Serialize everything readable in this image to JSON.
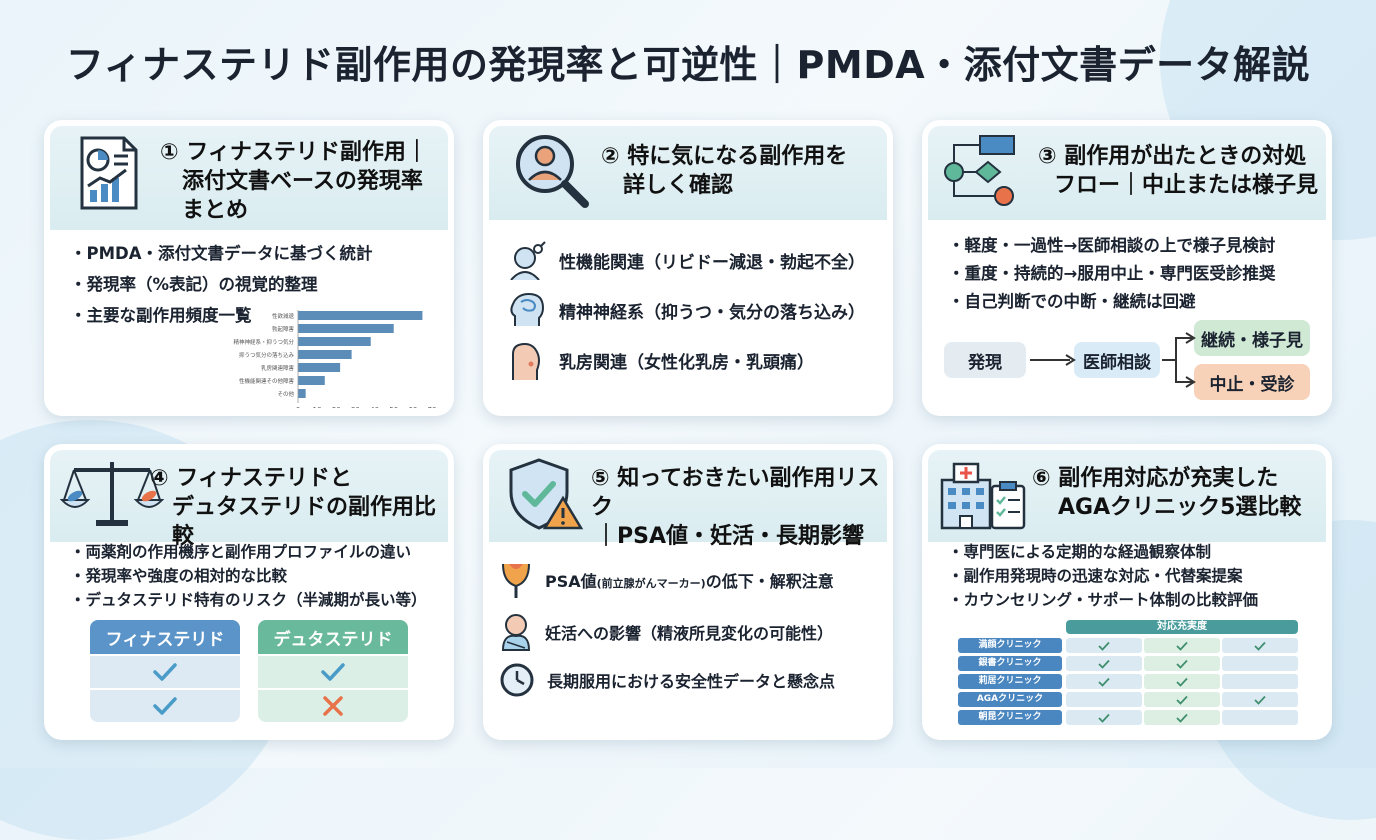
{
  "title": "フィナステリド副作用の発現率と可逆性｜PMDA・添付文書データ解説",
  "card1": {
    "title": [
      "① フィナステリド副作用｜",
      "添付文書ベースの発現率",
      "まとめ"
    ],
    "bullets": [
      "・PMDA・添付文書データに基づく統計",
      "・発現率（%表記）の視覚的整理",
      "・主要な副作用頻度一覧"
    ],
    "chart_data": {
      "type": "bar",
      "orientation": "horizontal",
      "categories": [
        "性欲減退",
        "勃起障害",
        "精神神経系・抑うつ気分",
        "抑うつ気分の落ち込み",
        "乳房関連障害",
        "性機能関連その他障害",
        "その他"
      ],
      "values": [
        65,
        50,
        38,
        28,
        22,
        14,
        4
      ],
      "xlim": [
        0,
        70
      ],
      "xticks": [
        0,
        10,
        20,
        30,
        40,
        50,
        60,
        70
      ],
      "color": "#5b8db8"
    }
  },
  "card2": {
    "title": [
      "② 特に気になる副作用を",
      "詳しく確認"
    ],
    "items": [
      "性機能関連（リビドー減退・勃起不全）",
      "精神神経系（抑うつ・気分の落ち込み）",
      "乳房関連（女性化乳房・乳頭痛）"
    ]
  },
  "card3": {
    "title": [
      "③ 副作用が出たときの対処",
      "フロー｜中止または様子見"
    ],
    "bullets": [
      "・軽度・一過性→医師相談の上で様子見検討",
      "・重度・持続的→服用中止・専門医受診推奨",
      "・自己判断での中断・継続は回避"
    ],
    "flow": {
      "start": "発現",
      "middle": "医師相談",
      "opt1": "継続・様子見",
      "opt2": "中止・受診"
    }
  },
  "card4": {
    "title": [
      "④ フィナステリドと",
      "デュタステリドの副作用比較"
    ],
    "bullets": [
      "・両薬剤の作用機序と副作用プロファイルの違い",
      "・発現率や強度の相対的な比較",
      "・デュタステリド特有のリスク（半減期が長い等）"
    ],
    "col1": "フィナステリド",
    "col2": "デュタステリド",
    "rows": [
      [
        "check",
        "check"
      ],
      [
        "check",
        "cross"
      ]
    ]
  },
  "card5": {
    "title": [
      "⑤ 知っておきたい副作用リスク",
      "｜PSA値・妊活・長期影響"
    ],
    "item1_main": "PSA値",
    "item1_small": "(前立腺がんマーカー)",
    "item1_rest": "の低下・解釈注意",
    "item2": "妊活への影響（精液所見変化の可能性）",
    "item3": "長期服用における安全性データと懸念点"
  },
  "card6": {
    "title": [
      "⑥ 副作用対応が充実した",
      "AGAクリニック5選比較"
    ],
    "bullets": [
      "・専門医による定期的な経過観察体制",
      "・副作用発現時の迅速な対応・代替案提案",
      "・カウンセリング・サポート体制の比較評価"
    ],
    "table_header": "対応充実度",
    "clinics": [
      "満顔クリニック",
      "銀書クリニック",
      "莉居クリニック",
      "AGAクリニック",
      "朝昆クリニック"
    ],
    "marks": [
      [
        true,
        true,
        true
      ],
      [
        true,
        true,
        false
      ],
      [
        true,
        true,
        false
      ],
      [
        false,
        true,
        true
      ],
      [
        true,
        true,
        false
      ]
    ]
  },
  "colors": {
    "accent_blue": "#4a8bc4",
    "accent_green": "#5fb89a",
    "cross": "#e8734a"
  }
}
